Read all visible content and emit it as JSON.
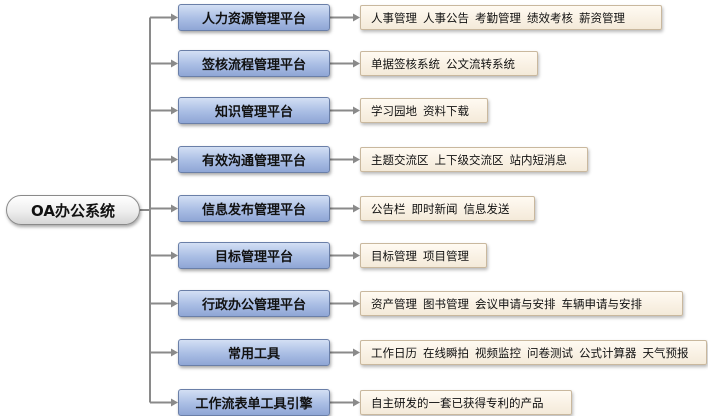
{
  "root": {
    "label": "OA办公系统"
  },
  "branches": [
    {
      "label": "人力资源管理平台",
      "items": [
        "人事管理",
        "人事公告",
        "考勤管理",
        "绩效考核",
        "薪资管理"
      ]
    },
    {
      "label": "签核流程管理平台",
      "items": [
        "单据签核系统",
        "公文流转系统"
      ]
    },
    {
      "label": "知识管理平台",
      "items": [
        "学习园地",
        "资料下载"
      ]
    },
    {
      "label": "有效沟通管理平台",
      "items": [
        "主题交流区",
        "上下级交流区",
        "站内短消息"
      ]
    },
    {
      "label": "信息发布管理平台",
      "items": [
        "公告栏",
        "即时新闻",
        "信息发送"
      ]
    },
    {
      "label": "目标管理平台",
      "items": [
        "目标管理",
        "项目管理"
      ]
    },
    {
      "label": "行政办公管理平台",
      "items": [
        "资产管理",
        "图书管理",
        "会议申请与安排",
        "车辆申请与安排"
      ]
    },
    {
      "label": "常用工具",
      "items": [
        "工作日历",
        "在线瞬拍",
        "视频监控",
        "问卷测试",
        "公式计算器",
        "天气预报"
      ]
    },
    {
      "label": "工作流表单工具引擎",
      "items": [
        "自主研发的一套已获得专利的产品"
      ]
    }
  ],
  "colors": {
    "connector": "#8a8a8a",
    "node_fill": "#a9bde4",
    "node_border": "#6a7fa8",
    "detail_fill": "#f6eddd",
    "detail_border": "#c9b89e"
  }
}
